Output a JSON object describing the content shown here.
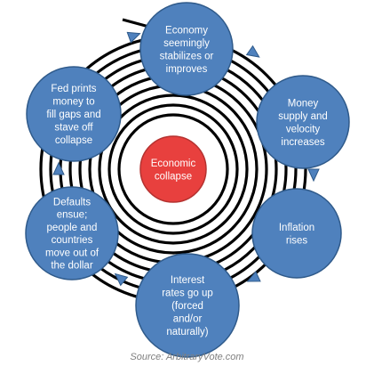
{
  "diagram": {
    "center": {
      "label_lines": [
        "Economic",
        "collapse"
      ]
    },
    "nodes": [
      {
        "id": "economy-stabilizes",
        "label_lines": [
          "Economy",
          "seemingly",
          "stabilizes or",
          "improves"
        ]
      },
      {
        "id": "money-supply",
        "label_lines": [
          "Money",
          "supply and",
          "velocity",
          "increases"
        ]
      },
      {
        "id": "inflation",
        "label_lines": [
          "Inflation",
          "rises"
        ]
      },
      {
        "id": "interest-rates",
        "label_lines": [
          "Interest",
          "rates go up",
          "(forced",
          "and/or",
          "naturally)"
        ]
      },
      {
        "id": "defaults",
        "label_lines": [
          "Defaults",
          "ensue;",
          "people  and",
          "countries",
          "move out of",
          "the dollar"
        ]
      },
      {
        "id": "fed-prints",
        "label_lines": [
          "Fed prints",
          "money to",
          "fill gaps and",
          "stave off",
          "collapse"
        ]
      }
    ],
    "colors": {
      "node_fill": "#4f81bd",
      "node_stroke": "#2f5a8a",
      "center_fill": "#e8403e",
      "center_stroke": "#b53230",
      "spiral": "#000000",
      "text": "#ffffff"
    }
  },
  "source": "Source: ArbitraryVote.com"
}
